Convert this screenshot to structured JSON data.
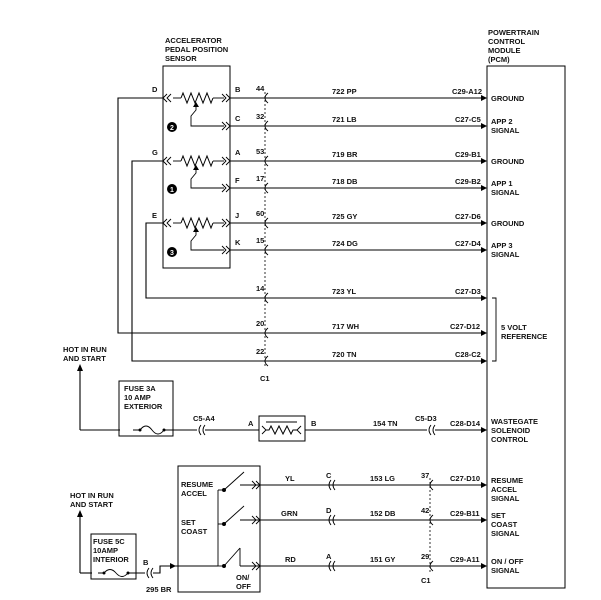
{
  "sensor": {
    "title_lines": [
      "ACCELERATOR",
      "PEDAL POSITION",
      "SENSOR"
    ]
  },
  "pcm": {
    "title_lines": [
      "POWERTRAIN",
      "CONTROL",
      "MODULE",
      "(PCM)"
    ]
  },
  "circuits": [
    {
      "pin_in": "D",
      "pin_out": "B",
      "cav": "44",
      "wire": "722 PP",
      "pcm_pin": "C29-A12",
      "func": [
        "GROUND"
      ]
    },
    {
      "pin_out": "C",
      "cav": "32",
      "wire": "721 LB",
      "pcm_pin": "C27-C5",
      "func": [
        "APP 2",
        "SIGNAL"
      ]
    },
    {
      "pin_in": "G",
      "pin_out": "A",
      "cav": "53",
      "wire": "719 BR",
      "pcm_pin": "C29-B1",
      "func": [
        "GROUND"
      ]
    },
    {
      "pin_out": "F",
      "cav": "17",
      "wire": "718 DB",
      "pcm_pin": "C29-B2",
      "func": [
        "APP 1",
        "SIGNAL"
      ]
    },
    {
      "pin_in": "E",
      "pin_out": "J",
      "cav": "60",
      "wire": "725 GY",
      "pcm_pin": "C27-D6",
      "func": [
        "GROUND"
      ]
    },
    {
      "pin_out": "K",
      "cav": "15",
      "wire": "724 DG",
      "pcm_pin": "C27-D4",
      "func": [
        "APP 3",
        "SIGNAL"
      ]
    },
    {
      "cav": "14",
      "wire": "723 YL",
      "pcm_pin": "C27-D3"
    },
    {
      "cav": "20",
      "wire": "717 WH",
      "pcm_pin": "C27-D12"
    },
    {
      "cav": "22",
      "wire": "720 TN",
      "pcm_pin": "C28-C2"
    }
  ],
  "sensor_markers": [
    "2",
    "1",
    "3"
  ],
  "ref_label": [
    "5 VOLT",
    "REFERENCE"
  ],
  "connector_c1": "C1",
  "hot1": [
    "HOT IN RUN",
    "AND START"
  ],
  "fuse3a": [
    "FUSE 3A",
    "10 AMP",
    "EXTERIOR"
  ],
  "wastegate": {
    "conn1": "C5-A4",
    "pin_a": "A",
    "pin_b": "B",
    "conn2": "C5-D3",
    "wire": "154 TN",
    "pcm_pin": "C28-D14",
    "func": [
      "WASTEGATE",
      "SOLENOID",
      "CONTROL"
    ]
  },
  "switches": {
    "labels": [
      [
        "RESUME",
        "ACCEL"
      ],
      [
        "SET",
        "COAST"
      ],
      [
        "ON/",
        "OFF"
      ]
    ],
    "rows": [
      {
        "color": "YL",
        "pin": "C",
        "wire": "153 LG",
        "cav": "37",
        "pcm_pin": "C27-D10",
        "func": [
          "RESUME",
          "ACCEL",
          "SIGNAL"
        ]
      },
      {
        "color": "GRN",
        "pin": "D",
        "wire": "152 DB",
        "cav": "42",
        "pcm_pin": "C29-B11",
        "func": [
          "SET",
          "COAST",
          "SIGNAL"
        ]
      },
      {
        "color": "RD",
        "pin": "A",
        "wire": "151 GY",
        "cav": "29",
        "pcm_pin": "C29-A11",
        "func": [
          "ON / OFF",
          "SIGNAL"
        ]
      }
    ],
    "conn_c1": "C1"
  },
  "hot2": [
    "HOT IN RUN",
    "AND START"
  ],
  "fuse5c": [
    "FUSE 5C",
    "10AMP",
    "INTERIOR"
  ],
  "fuse5c_pin": "B",
  "wire_295": "295 BR"
}
